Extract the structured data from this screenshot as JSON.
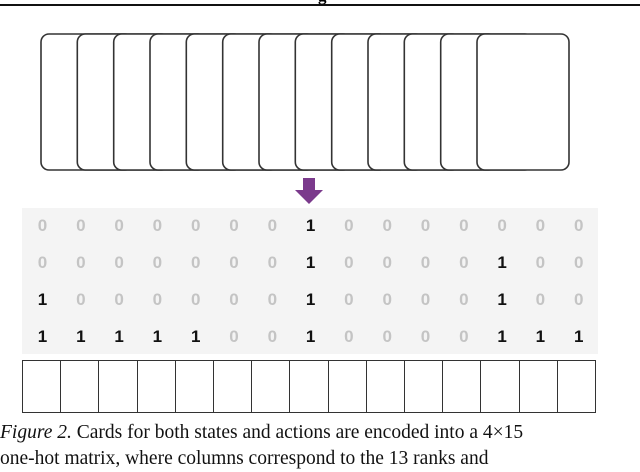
{
  "header": {
    "fragment": "g"
  },
  "figure": {
    "hand_card_count": 13,
    "arrow": {
      "color": "#7b3a8c",
      "icon": "down-arrow-icon"
    },
    "matrix": {
      "rows": 4,
      "cols": 15,
      "values": [
        [
          0,
          0,
          0,
          0,
          0,
          0,
          0,
          1,
          0,
          0,
          0,
          0,
          0,
          0,
          0
        ],
        [
          0,
          0,
          0,
          0,
          0,
          0,
          0,
          1,
          0,
          0,
          0,
          0,
          1,
          0,
          0
        ],
        [
          1,
          0,
          0,
          0,
          0,
          0,
          0,
          1,
          0,
          0,
          0,
          0,
          1,
          0,
          0
        ],
        [
          1,
          1,
          1,
          1,
          1,
          0,
          0,
          1,
          0,
          0,
          0,
          0,
          1,
          1,
          1
        ]
      ],
      "zero_color": "#c4c4c4",
      "one_color": "#111111",
      "panel_color": "#f4f4f4"
    },
    "bottom_box_count": 15
  },
  "caption": {
    "label": "Figure 2.",
    "line1": " Cards for both states and actions are encoded into a 4×15",
    "line2": "one-hot matrix, where columns correspond to the 13 ranks and"
  }
}
